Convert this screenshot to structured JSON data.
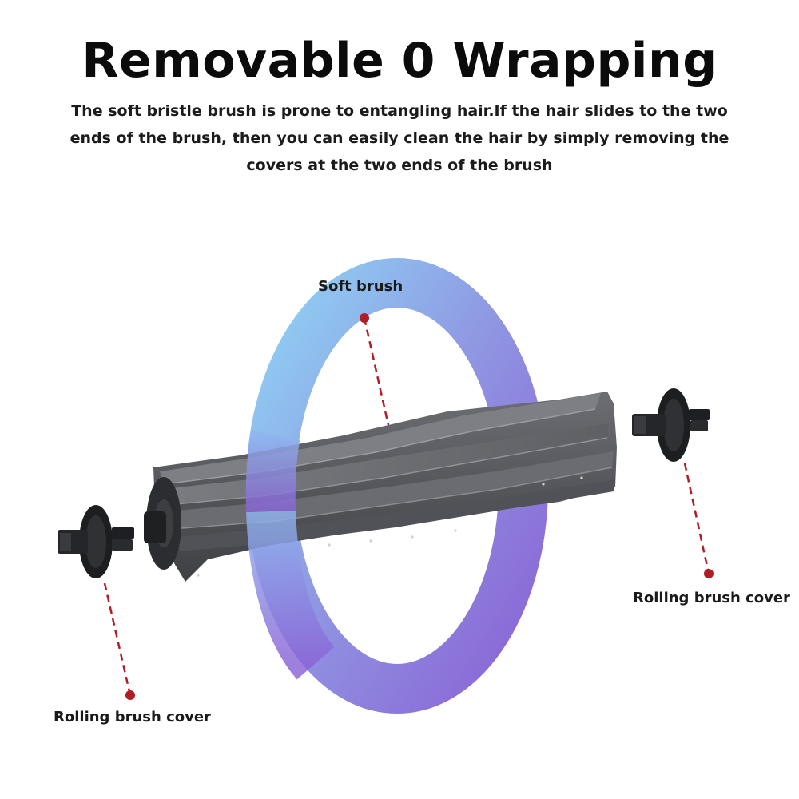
{
  "headline": "Removable 0 Wrapping",
  "description": "The soft bristle brush is prone to entangling hair.If the hair slides to the two ends of the brush, then you can easily clean the hair by simply removing the covers at the two ends of the brush",
  "labels": {
    "soft_brush": "Soft brush",
    "cover_right": "Rolling brush cover",
    "cover_left": "Rolling brush cover"
  },
  "colors": {
    "ring_start": "#8fd3f4",
    "ring_end": "#8a63d6",
    "brush_body": "#5b5d62",
    "cap_dark": "#232427",
    "leader_red": "#b01d24"
  },
  "icons": {
    "ring": "zero-ring-graphic",
    "brush": "roller-brush-graphic",
    "cap": "end-cap-graphic"
  }
}
